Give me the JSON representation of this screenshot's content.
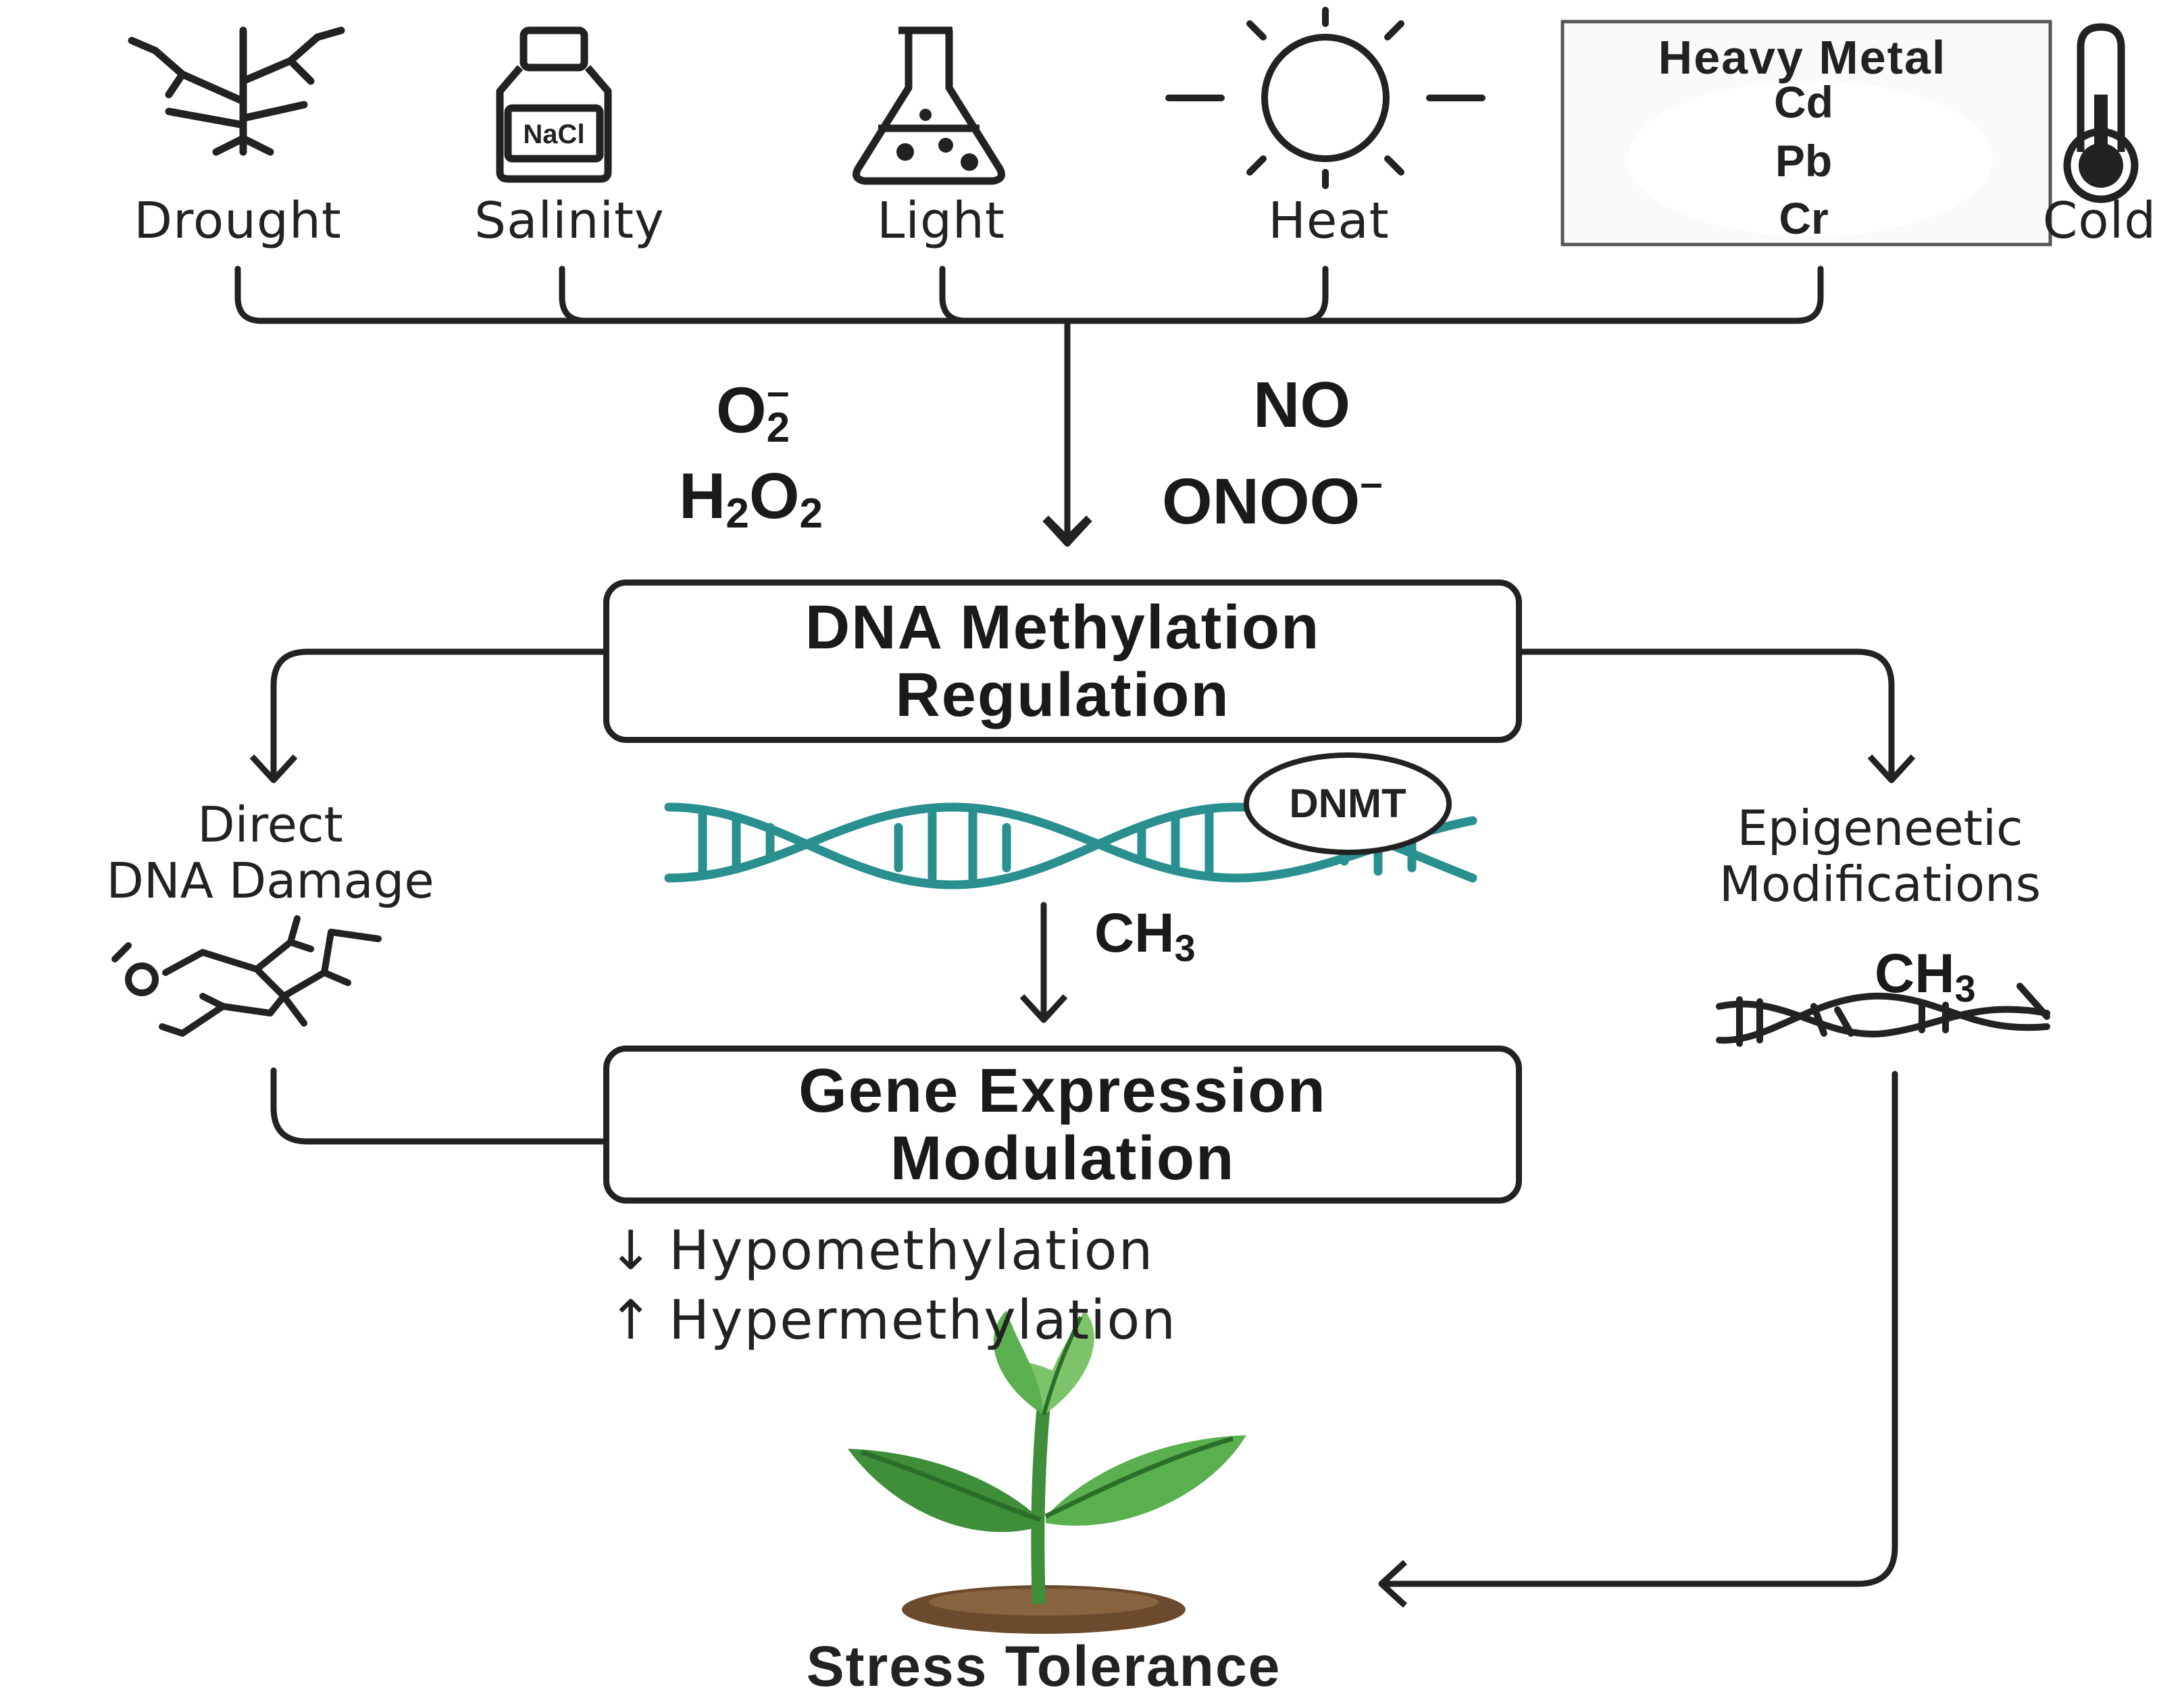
{
  "stressors": [
    {
      "label": "Drought",
      "icon": "dead-tree-icon"
    },
    {
      "label": "Salinity",
      "icon": "salt-bottle-icon",
      "bottle_label": "NaCl"
    },
    {
      "label": "Light",
      "icon": "flask-icon"
    },
    {
      "label": "Heat",
      "icon": "sun-icon"
    },
    {
      "label": "Cold",
      "icon": "thermometer-icon"
    }
  ],
  "heavy_metal": {
    "title": "Heavy Metal",
    "metals": [
      "Cd",
      "Pb",
      "Cr"
    ]
  },
  "ros": {
    "superoxide": "O",
    "superoxide_sub": "2",
    "superoxide_sup": "–",
    "peroxide_h": "H",
    "peroxide_sub1": "2",
    "peroxide_o": "O",
    "peroxide_sub2": "2"
  },
  "rns": {
    "nitric_oxide": "NO",
    "peroxynitrite": "ONOO",
    "peroxynitrite_sup": "–"
  },
  "methylation_box": {
    "line1": "DNA Methylation",
    "line2": "Regulation"
  },
  "dnmt": "DNMT",
  "ch3_center": {
    "base": "CH",
    "sub": "3"
  },
  "direct_damage": {
    "line1": "Direct",
    "line2": "DNA Damage"
  },
  "epigenetic": {
    "line1": "Epigeneetic",
    "line2": "Modifications"
  },
  "ch3_right": {
    "base": "CH",
    "sub": "3"
  },
  "expression_box": {
    "line1": "Gene Expression",
    "line2": "Modulation"
  },
  "effects": [
    {
      "arrow": "↓",
      "label": "Hypomethylation"
    },
    {
      "arrow": "↑",
      "label": "Hypermethylation"
    }
  ],
  "outcome": "Stress Tolerance",
  "colors": {
    "ink": "#222222",
    "dna": "#2a8f8f",
    "leaf_light": "#7cc36a",
    "leaf_dark": "#3e8e3a",
    "soil": "#6b4a2e"
  }
}
